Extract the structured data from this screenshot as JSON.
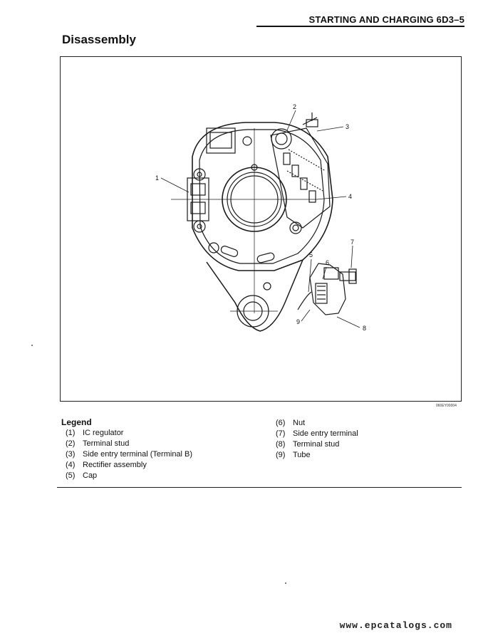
{
  "header": {
    "title": "STARTING AND CHARGING   6D3–5"
  },
  "section": {
    "title": "Disassembly"
  },
  "figure": {
    "code": "060EY00004",
    "callouts": [
      "1",
      "2",
      "3",
      "4",
      "5",
      "6",
      "7",
      "8",
      "9"
    ]
  },
  "legend": {
    "title": "Legend",
    "left": [
      {
        "num": "(1)",
        "label": "IC regulator"
      },
      {
        "num": "(2)",
        "label": "Terminal stud"
      },
      {
        "num": "(3)",
        "label": "Side entry terminal (Terminal B)"
      },
      {
        "num": "(4)",
        "label": "Rectifier assembly"
      },
      {
        "num": "(5)",
        "label": "Cap"
      }
    ],
    "right": [
      {
        "num": "(6)",
        "label": "Nut"
      },
      {
        "num": "(7)",
        "label": "Side entry terminal"
      },
      {
        "num": "(8)",
        "label": "Terminal stud"
      },
      {
        "num": "(9)",
        "label": "Tube"
      }
    ]
  },
  "footer": {
    "watermark": "www.epcatalogs.com"
  }
}
